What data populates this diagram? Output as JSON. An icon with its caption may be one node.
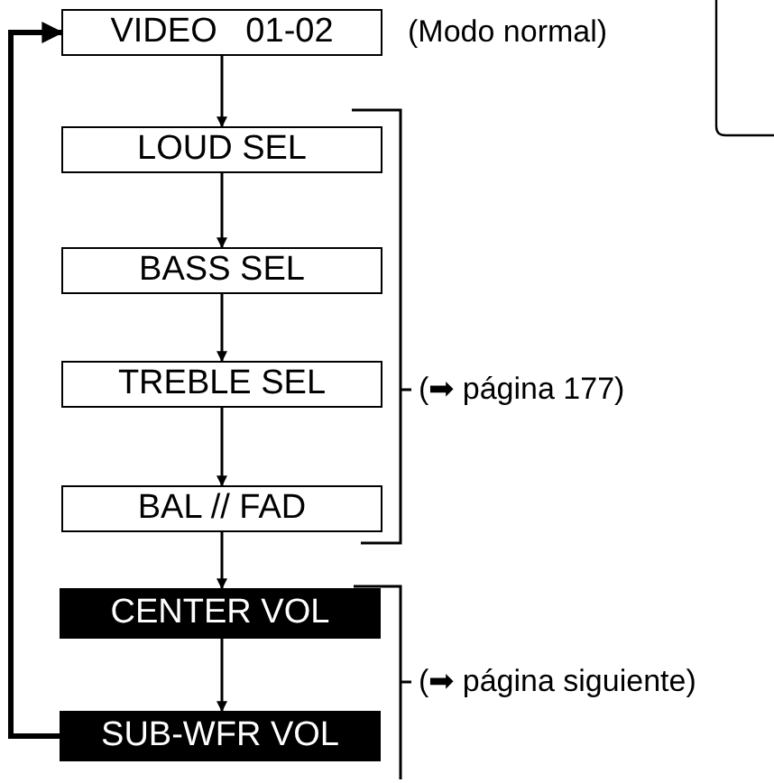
{
  "diagram": {
    "nodes": [
      {
        "text": [
          "VIDEO   01-02"
        ],
        "beside": [
          "(Modo normal)"
        ]
      },
      {
        "text": [
          "LOUD SEL"
        ]
      },
      {
        "text": [
          "BASS SEL"
        ]
      },
      {
        "text": [
          "TREBLE SEL"
        ]
      },
      {
        "text": [
          "BAL // FAD"
        ]
      },
      {
        "text": [
          "CENTER VOL"
        ]
      },
      {
        "text": [
          "SUB-WFR VOL"
        ]
      }
    ],
    "edges": [
      {
        "from": 0,
        "to": 1,
        "arrow": "to"
      },
      {
        "from": 1,
        "to": 2,
        "arrow": "to"
      },
      {
        "from": 2,
        "to": 3,
        "arrow": "to"
      },
      {
        "from": 3,
        "to": 4,
        "arrow": "to"
      },
      {
        "from": 4,
        "to": 5,
        "arrow": "to"
      },
      {
        "from": 5,
        "to": 6,
        "arrow": "to"
      },
      {
        "from": 6,
        "to": 0,
        "arrow": "to",
        "style": "thick"
      }
    ],
    "labels": [
      "(➡ página 177)",
      "(➡ página siguiente)"
    ]
  }
}
